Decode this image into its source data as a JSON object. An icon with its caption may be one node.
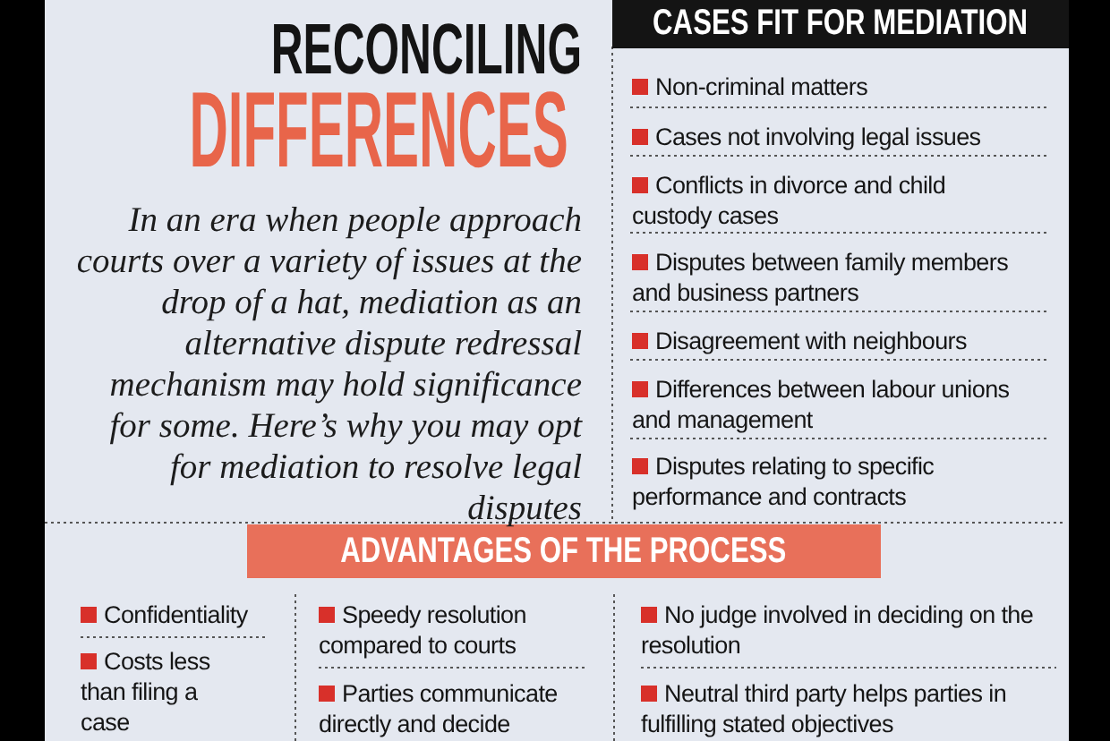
{
  "diagram": {
    "nodes": [
      {
        "text": [
          "CASES FIT FOR MEDIATION"
        ]
      },
      {
        "text": [
          "ADVANTAGES OF THE PROCESS"
        ]
      }
    ],
    "labels": [
      "RECONCILING",
      "DIFFERENCES",
      "In an era when people approach courts over a variety of issues at the drop of a hat, mediation as an alternative dispute redressal mechanism may hold significance for some. Here’s why you may opt for mediation to resolve legal disputes",
      "Non-criminal matters",
      "Cases not involving legal issues",
      "Conflicts in divorce and child custody cases",
      "Disputes between family members and business partners",
      "Disagreement with neighbours",
      "Differences between labour unions and management",
      "Disputes relating to specific performance and contracts",
      "Confidentiality",
      "Costs less than filing a case",
      "Speedy resolution compared to courts",
      "Parties communicate directly and decide",
      "No judge involved in deciding on the resolution",
      "Neutral third party helps parties in fulfilling stated objectives"
    ]
  }
}
